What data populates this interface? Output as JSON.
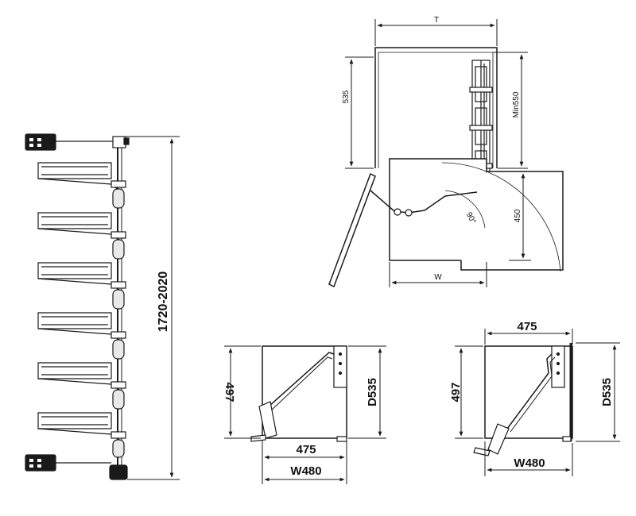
{
  "diagram": {
    "colors": {
      "line": "#1a1a1a",
      "fill": "#ffffff",
      "shade": "#e9e9e9"
    },
    "tower": {
      "height_label": "1720-2020",
      "shelf_count": 6
    },
    "plan_view": {
      "top_width_label": "T",
      "left_height_label": "535",
      "right_height_label": "Min550",
      "lower_height_label": "450",
      "bottom_width_label": "W",
      "angle_label": "90°"
    },
    "left_cabinet": {
      "depth_label": "497",
      "width_inner_label": "475",
      "width_outer_label": "W480",
      "depth_outer_label": "D535"
    },
    "right_cabinet": {
      "top_width_label": "475",
      "depth_label": "497",
      "width_label": "W480",
      "depth_outer_label": "D535"
    }
  }
}
